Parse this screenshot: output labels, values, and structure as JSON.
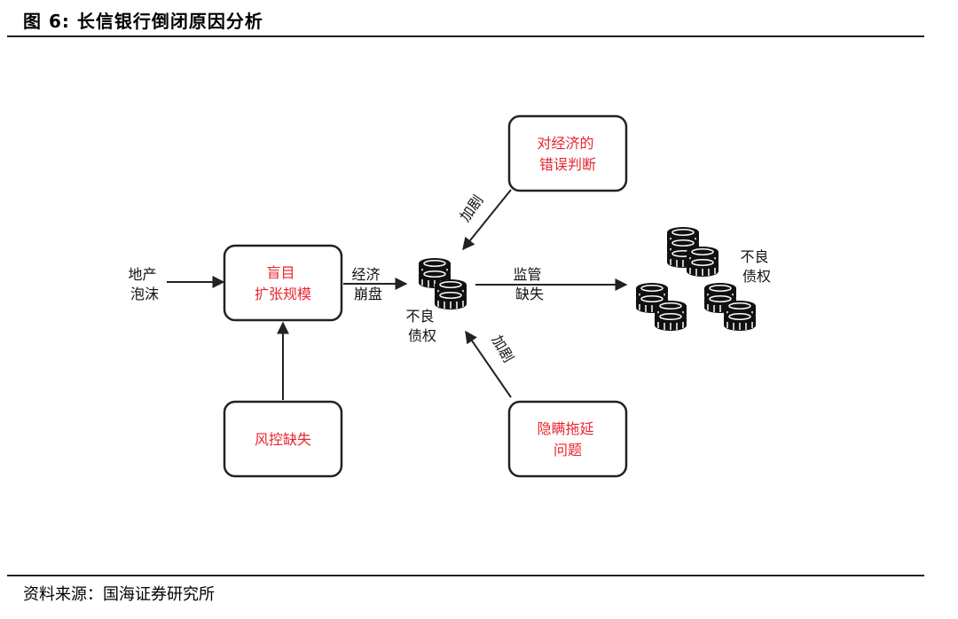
{
  "figure": {
    "title": "图 6:  长信银行倒闭原因分析",
    "source": "资料来源：国海证券研究所"
  },
  "nodes": {
    "real_estate_bubble": [
      "地产",
      "泡沫"
    ],
    "blind_expansion": [
      "盲目",
      "扩张规模"
    ],
    "risk_control_gap": [
      "风控缺失"
    ],
    "economic_misjudgment": [
      "对经济的",
      "错误判断"
    ],
    "concealment_delay": [
      "隐瞒拖延",
      "问题"
    ],
    "bad_debt_small": [
      "不良",
      "债权"
    ],
    "bad_debt_large": [
      "不良",
      "债权"
    ]
  },
  "edges": {
    "economic_collapse": [
      "经济",
      "崩盘"
    ],
    "regulation_gap": [
      "监管",
      "缺失"
    ],
    "aggravate_top": "加剧",
    "aggravate_bottom": "加剧"
  },
  "colors": {
    "accent_text": "#e8262d",
    "line": "#222222"
  },
  "icons": [
    "coin-stack-icon"
  ]
}
